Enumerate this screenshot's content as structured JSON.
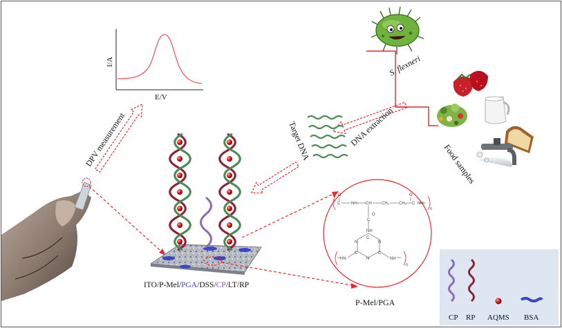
{
  "dpv_plot": {
    "ylabel": "I/A",
    "xlabel": "E/V"
  },
  "labels": {
    "dpv_measurement": "DPV measurement",
    "target_dna": "Target DNA",
    "dna_extraction": "DNA extraction",
    "s_flexneri": "S. flexneri",
    "food_samples": "Food samples",
    "electrode_layers": [
      "ITO",
      "/",
      "P-Mel",
      "/",
      "PGA",
      "/",
      "DSS",
      "/",
      "CP",
      "/",
      "LT",
      "/",
      "RP"
    ],
    "polymer": "P-Mel/PGA"
  },
  "chem": {
    "c1": "C",
    "nh1": "NH",
    "ch1": "CH",
    "ch2a": "CH₂",
    "ch2b": "CH₂",
    "c2": "C",
    "nh2": "NH",
    "o1": "O",
    "o2": "O",
    "c3": "C",
    "o3": "O",
    "nh3": "NH",
    "ring_c1": "C",
    "ring_n1": "N",
    "ring_n2": "N",
    "ring_c2": "C",
    "ring_n3": "N",
    "ring_c3": "C",
    "hn": "HN",
    "nh4": "NH",
    "n_sub1": "n",
    "n_sub2": "n"
  },
  "legend": {
    "cp": "CP",
    "rp": "RP",
    "aqms": "AQMS",
    "bsa": "BSA"
  },
  "colors": {
    "arrow_red": "#e8262b",
    "cp_purple": "#8a6bb8",
    "rp_maroon": "#8b2436",
    "helix_green": "#4e8a55",
    "aqms_red": "#d8202a",
    "bsa_blue": "#3a46c8",
    "legend_bg": "#dde6f1"
  }
}
